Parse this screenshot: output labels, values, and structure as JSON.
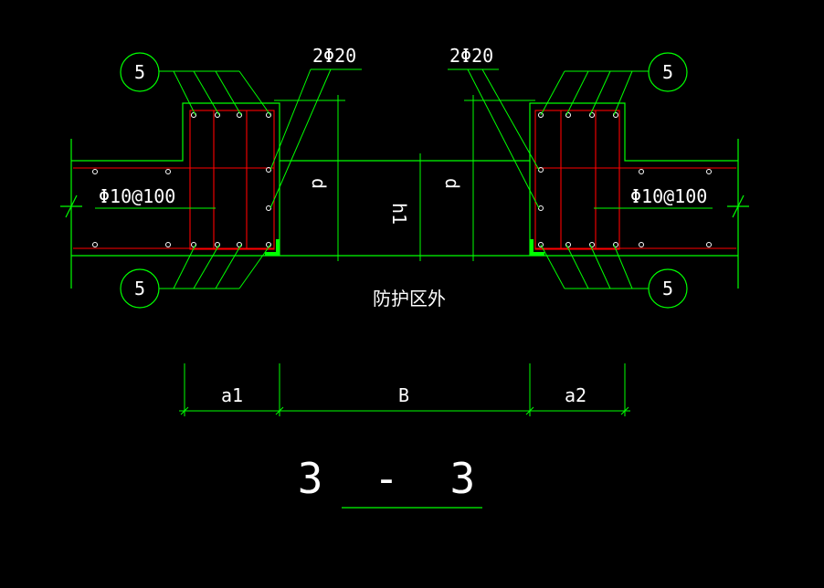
{
  "colors": {
    "background": "#000000",
    "structure_line": "#00ff00",
    "rebar": "#ff0000",
    "text": "#ffffff",
    "callout_circle": "#00ff00"
  },
  "drawing": {
    "callout_top_left": "5",
    "callout_top_right": "5",
    "callout_bottom_left": "5",
    "callout_bottom_right": "5",
    "rebar_label_left": "2Φ20",
    "rebar_label_right": "2Φ20",
    "stirrup_label_left": "Φ10@100",
    "stirrup_label_right": "Φ10@100",
    "dim_d_left": "d",
    "dim_d_right": "d",
    "dim_h1": "h1",
    "zone_label": "防护区外",
    "dim_a1": "a1",
    "dim_B": "B",
    "dim_a2": "a2",
    "section_title": "3 - 3"
  }
}
